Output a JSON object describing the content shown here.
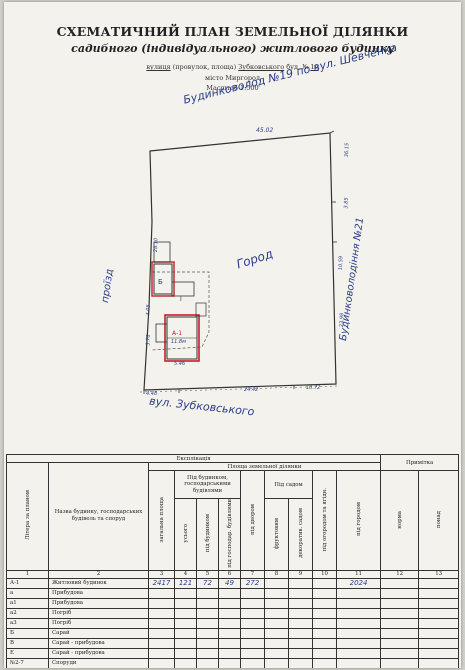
{
  "header": {
    "title": "СХЕМАТИЧНИЙ ПЛАН ЗЕМЕЛЬНОЇ ДІЛЯНКИ",
    "subtitle": "садибного (індивідуального) житлового будинку",
    "street_prefix": "вулиця",
    "street_note": " (провулок, площа) ",
    "street_value": "Зубковського",
    "house_label": " буд. № ",
    "house_value": "19",
    "city": "місто Миргород",
    "scale": "Масштаб 1:500"
  },
  "plan": {
    "north_street": "Будинковолод №19 по вул. Шевченка",
    "south_street": "вул. Зубковського",
    "garden_label": "Город",
    "west_label": "проїзд",
    "east_label": "Будинковолодіння №21",
    "dim_top": "45.02",
    "dim_bottom_left": "4.48",
    "dim_bottom_mid": "24.42",
    "dim_bottom_right": "10.72",
    "dim_right_upper": "36.15",
    "dim_right_2": "3.85",
    "dim_right_3": "10.59",
    "dim_right_4": "23.98",
    "dim_left_upper": "28.10",
    "dim_left_2": "4.05",
    "dim_left_3": "3.78",
    "house_label": "А-1",
    "house_area": "11.8м",
    "barn_label": "Б",
    "dim_house": "5.46",
    "roman_I": "I"
  },
  "table": {
    "explication": "Експлікація",
    "h_litera": "Літера за планом",
    "h_name": "Назва будинку, господарських будівель та споруд",
    "h_area": "Площа земельної ділянки",
    "h_note": "Примітка",
    "h_total": "загальна площа",
    "h_under_buildings": "Під будинком, господарськими будівлями",
    "h_under_yard": "під двором",
    "h_under_garden": "Під садом",
    "h_buildings_total": "усього",
    "h_under_house": "під будинком",
    "h_under_outbuild": "під господар. будівлями",
    "h_fruit": "фруктовим",
    "h_decor": "декоратив. садом",
    "h_ogorod": "під огородом та ягідн.",
    "h_garden": "під городом",
    "h_norm": "норма",
    "h_over": "понад",
    "col_numbers": [
      "1",
      "2",
      "3",
      "4",
      "5",
      "6",
      "7",
      "8",
      "9",
      "10",
      "11",
      "12",
      "13"
    ],
    "rows": [
      {
        "lit": "А-1",
        "name": "Житловий будинок",
        "total": "2417",
        "all": "121",
        "house": "72",
        "outb": "49",
        "yard": "272",
        "garden": "2024"
      },
      {
        "lit": "а",
        "name": "Прибудова"
      },
      {
        "lit": "а1",
        "name": "Прибудова"
      },
      {
        "lit": "а2",
        "name": "Погріб"
      },
      {
        "lit": "а3",
        "name": "Погріб"
      },
      {
        "lit": "Б",
        "name": "Сарай"
      },
      {
        "lit": "В",
        "name": "Сарай - прибудова"
      },
      {
        "lit": "Е",
        "name": "Сарай - прибудова"
      },
      {
        "lit": "№2-7",
        "name": "Споруди"
      }
    ]
  }
}
